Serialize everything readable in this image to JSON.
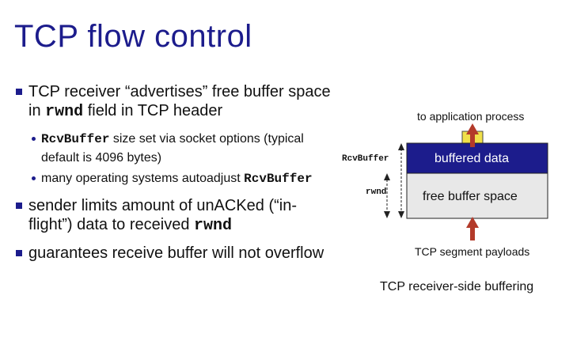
{
  "slide": {
    "title": "TCP flow control",
    "bullets": [
      {
        "pre": "TCP receiver “advertises” free buffer space in ",
        "code": "rwnd",
        "post": " field in TCP header"
      },
      {
        "pre": "sender limits amount of unACKed (“in-flight”) data to received ",
        "code": "rwnd",
        "post": ""
      },
      {
        "text": "guarantees receive buffer will not overflow"
      }
    ],
    "subbullets": [
      {
        "code": "RcvBuffer",
        "text": " size set via socket options (typical default is 4096 bytes)"
      },
      {
        "text": "many operating systems autoadjust ",
        "code": "RcvBuffer"
      }
    ]
  },
  "diagram": {
    "to_app_label": "to application process",
    "rcvbuffer_label": "RcvBuffer",
    "rwnd_label": "rwnd",
    "buffered_label": "buffered data",
    "free_label": "free buffer space",
    "payloads_label": "TCP segment payloads",
    "caption": "TCP receiver-side buffering",
    "colors": {
      "title": "#1c1c8c",
      "buffered": "#1c1c8c",
      "free_space": "#e8e8e8",
      "arrow": "#b33a2a",
      "app_data": "#f0e04a"
    }
  }
}
